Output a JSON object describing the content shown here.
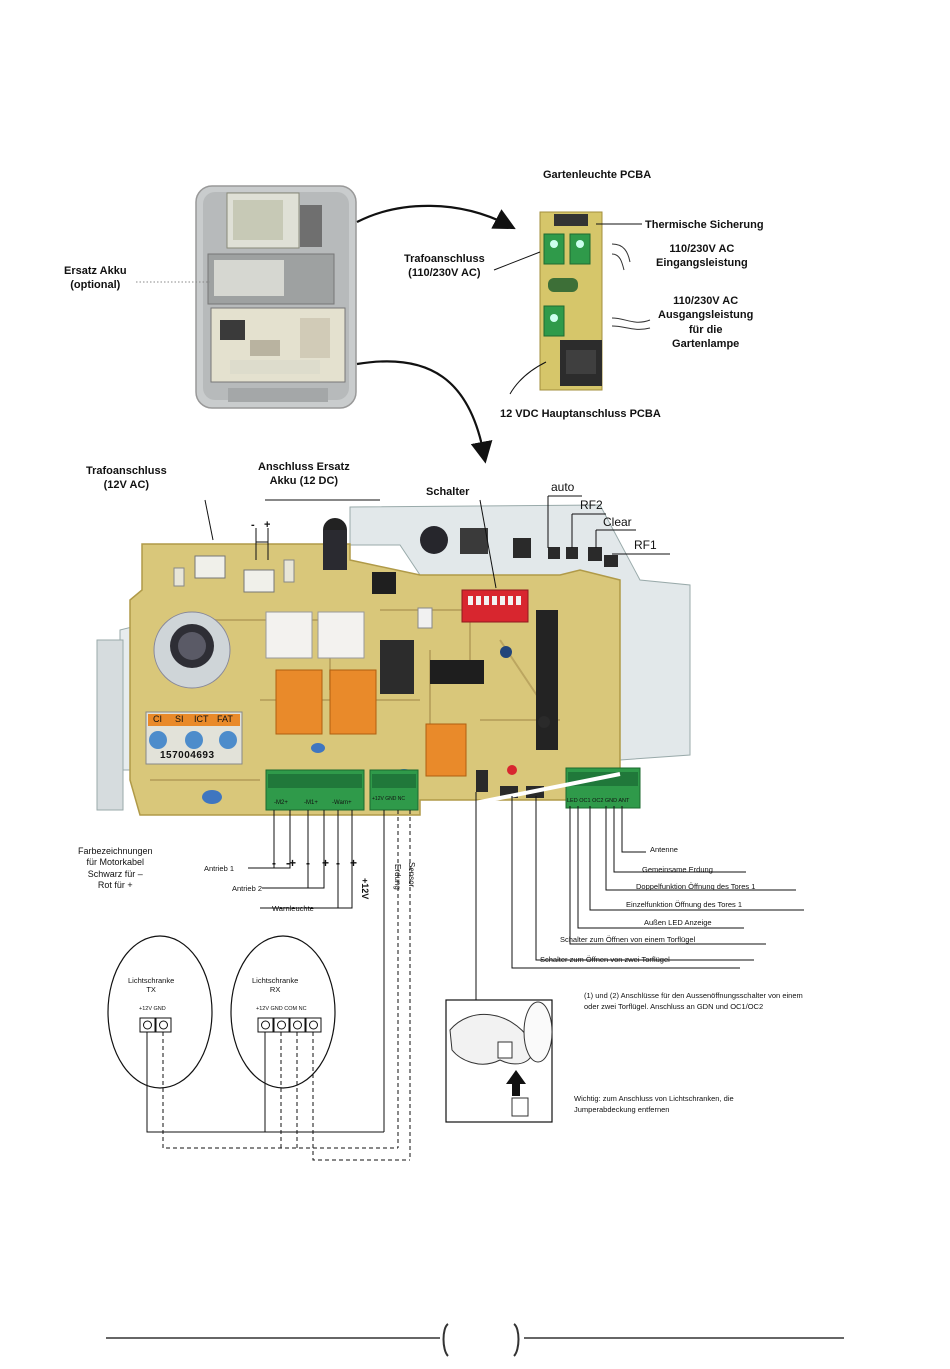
{
  "enclosure": {
    "spare_battery": "Ersatz Akku\n(optional)"
  },
  "garden_pcba": {
    "title": "Gartenleuchte PCBA",
    "thermal_fuse": "Thermische Sicherung",
    "transformer_input": "Trafoanschluss\n(110/230V AC)",
    "input_power": "110/230V AC\nEingangsleistung",
    "output_power": "110/230V AC\nAusgangsleistung\nfür die\nGartenlampe",
    "main_connection": "12 VDC Hauptanschluss PCBA"
  },
  "main_board": {
    "transformer_12v": "Trafoanschluss\n(12V AC)",
    "battery_connection": "Anschluss Ersatz\nAkku (12 DC)",
    "minus": "-",
    "plus": "+",
    "switch": "Schalter",
    "auto": "auto",
    "rf2": "RF2",
    "clear": "Clear",
    "rf1": "RF1",
    "fuse_labels": [
      "CI",
      "SI",
      "ICT",
      "FAT"
    ],
    "serial": "157004693",
    "motor_terminals": [
      "-M2+",
      "-M1+",
      "-Warn+"
    ],
    "sensor_terminals": "+12V GND NC",
    "right_terminals": "LED OC1 OC2 GND ANT"
  },
  "wiring": {
    "color_code": "Farbezeichnungen\nfür Motorkabel\nSchwarz für –\nRot für +",
    "drive1": "Antrieb 1",
    "drive2": "Antrieb 2",
    "warning_light": "Warnleuchte",
    "v12": "+12V",
    "ground": "Erdung",
    "sensor": "Sensor",
    "antenna": "Antenne",
    "common_ground": "Gemeinsame Erdung",
    "double_open": "Doppelfunktion Öffnung des Tores 1",
    "single_open": "Einzelfunktion Öffnung des Tores 1",
    "led_display": "Außen LED Anzeige",
    "switch_one_wing": "Schalter zum Öffnen von einem Torflügel",
    "switch_two_wings": "Schalter zum Öffnen von zwei Torflügel"
  },
  "photocell_tx": {
    "title": "Lichtschranke\nTX",
    "terminals": "+12V GND"
  },
  "photocell_rx": {
    "title": "Lichtschranke\nRX",
    "terminals": "+12V GND COM NC"
  },
  "notes": {
    "note1": "(1) und (2) Anschlüsse für den Aussenöffnungsschalter von einem oder zwei Torflügel. Anschluss an GDN und OC1/OC2",
    "note2": "Wichtig: zum Anschluss von Lichtschranken, die Jumperabdeckung entfernen"
  },
  "colors": {
    "pcb": "#d9c77a",
    "terminal_green": "#2f9a4a",
    "relay_orange": "#e98a2a",
    "dip_red": "#d8262f",
    "housing": "#cfd2d4"
  }
}
